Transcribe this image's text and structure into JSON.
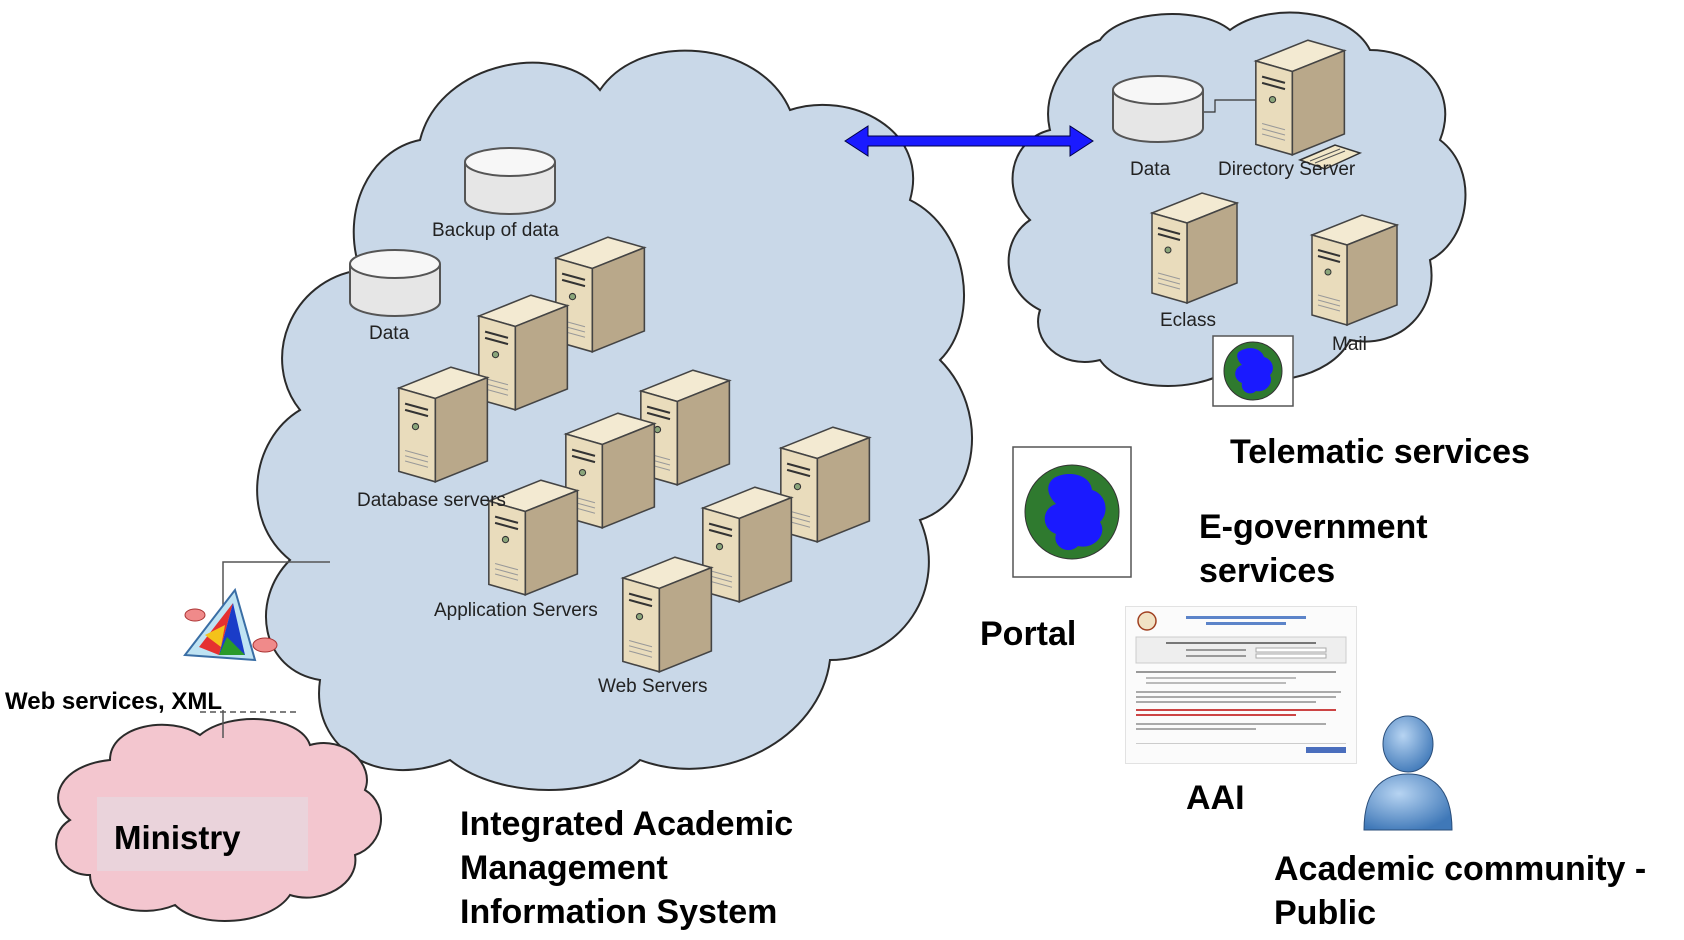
{
  "labels": {
    "backup_of_data": "Backup of data",
    "data_left": "Data",
    "database_servers": "Database servers",
    "application_servers": "Application Servers",
    "web_servers": "Web Servers",
    "data_right": "Data",
    "directory_server": "Directory Server",
    "eclass": "Eclass",
    "mail": "Mail",
    "web_services_xml": "Web services, XML",
    "ministry": "Ministry",
    "telematic_services": "Telematic services",
    "e_government_services_line1": "E-government",
    "e_government_services_line2": "services",
    "portal": "Portal",
    "aai": "AAI",
    "iamis_line1": "Integrated Academic",
    "iamis_line2": "Management",
    "iamis_line3": "Information System",
    "community_line1": "Academic community -",
    "community_line2": "Public"
  },
  "colors": {
    "cloud_blue": "#c9d8e8",
    "cloud_pink": "#f3c6cf",
    "arrow": "#1a1aff",
    "globe_land": "#1a1aff",
    "globe_sea": "#2f7a2f",
    "person": "#5e95cf"
  },
  "icons": [
    "database-cylinder-icon",
    "server-tower-icon",
    "globe-icon",
    "web-service-icon",
    "person-icon",
    "double-arrow-icon"
  ]
}
